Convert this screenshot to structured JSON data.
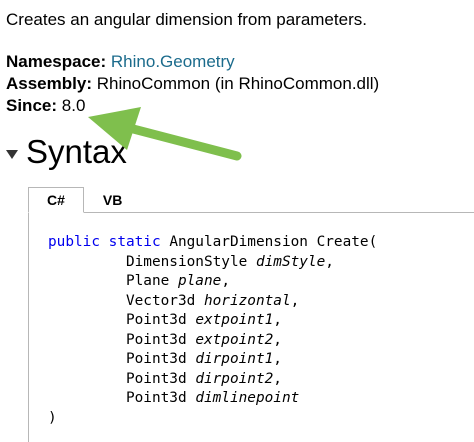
{
  "summary": "Creates an angular dimension from parameters.",
  "meta": {
    "namespace_label": "Namespace:",
    "namespace_value": "Rhino.Geometry",
    "assembly_label": "Assembly:",
    "assembly_value": "RhinoCommon (in RhinoCommon.dll)",
    "since_label": "Since:",
    "since_value": "8.0"
  },
  "syntax": {
    "title": "Syntax",
    "tabs": [
      {
        "label": "C#",
        "active": true
      },
      {
        "label": "VB",
        "active": false
      }
    ],
    "code": {
      "kw_public": "public",
      "kw_static": "static",
      "return_type": "AngularDimension",
      "method": "Create(",
      "params": [
        {
          "type": "DimensionStyle",
          "name": "dimStyle",
          "sep": ","
        },
        {
          "type": "Plane",
          "name": "plane",
          "sep": ","
        },
        {
          "type": "Vector3d",
          "name": "horizontal",
          "sep": ","
        },
        {
          "type": "Point3d",
          "name": "extpoint1",
          "sep": ","
        },
        {
          "type": "Point3d",
          "name": "extpoint2",
          "sep": ","
        },
        {
          "type": "Point3d",
          "name": "dirpoint1",
          "sep": ","
        },
        {
          "type": "Point3d",
          "name": "dirpoint2",
          "sep": ","
        },
        {
          "type": "Point3d",
          "name": "dimlinepoint",
          "sep": ""
        }
      ],
      "close": ")"
    }
  },
  "colors": {
    "link": "#1b6b8c",
    "keyword": "#0000ee",
    "annotation_arrow": "#7fbf4d",
    "tab_border": "#b7b7b7"
  }
}
